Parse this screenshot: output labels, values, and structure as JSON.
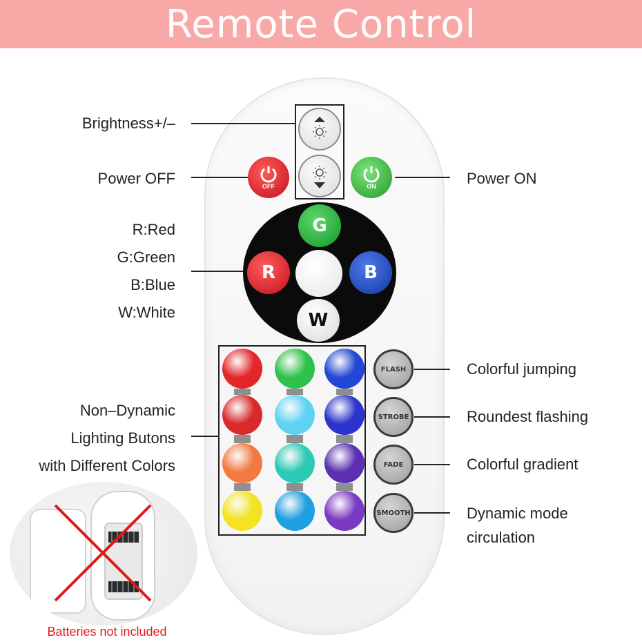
{
  "banner": {
    "title": "Remote Control"
  },
  "labels": {
    "brightness": "Brightness+/–",
    "power_off": "Power OFF",
    "power_on": "Power ON",
    "rgbw": [
      "R:Red",
      "G:Green",
      "B:Blue",
      "W:White"
    ],
    "non_dynamic": [
      "Non–Dynamic",
      "Lighting Butons",
      "with Different Colors"
    ],
    "flash_desc": "Colorful jumping",
    "strobe_desc": "Roundest flashing",
    "fade_desc": "Colorful gradient",
    "smooth_desc": [
      "Dynamic mode",
      "circulation"
    ],
    "batteries": "Batteries not included"
  },
  "buttons": {
    "off": "OFF",
    "on": "ON",
    "g": "G",
    "r": "R",
    "b": "B",
    "w": "W",
    "flash": "FLASH",
    "strobe": "STROBE",
    "fade": "FADE",
    "smooth": "SMOOTH"
  },
  "color_grid": [
    [
      "#e3262a",
      "#2fc24a",
      "#2247d6"
    ],
    [
      "#d82a2a",
      "#5fd2f2",
      "#2b34cc"
    ],
    [
      "#f27a40",
      "#2cc9b4",
      "#5a2fb0"
    ],
    [
      "#f3e321",
      "#1fa0e0",
      "#7b3ac2"
    ]
  ],
  "colors": {
    "banner": "#f9a8a8",
    "caption": "#e21d1d",
    "cross": "#e01818"
  },
  "icons": [
    "brightness-up-icon",
    "brightness-down-icon",
    "power-icon",
    "battery-icon",
    "cross-icon"
  ]
}
